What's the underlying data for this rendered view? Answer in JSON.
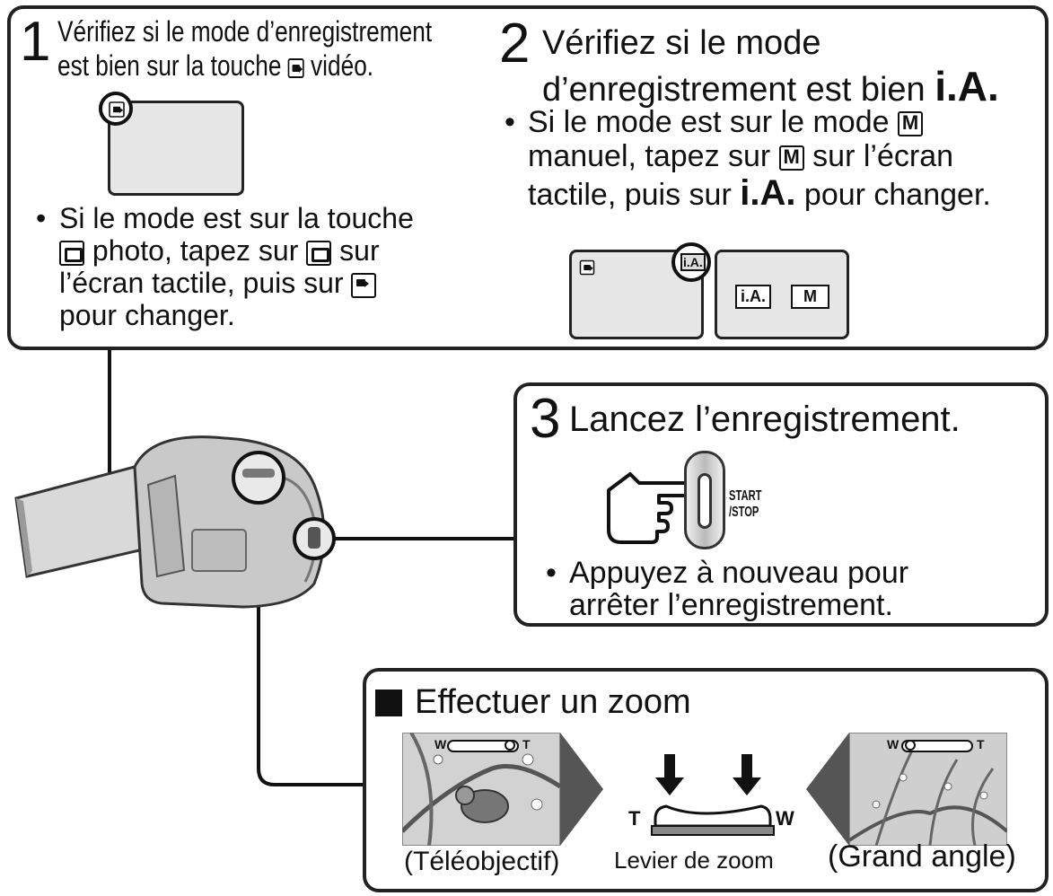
{
  "step1": {
    "number": "1",
    "line1": "Vérifiez si le mode d’enregistrement",
    "line2_pre": "est bien sur la touche",
    "line2_post": "vidéo.",
    "bullet_line1": "Si le mode est sur la touche",
    "bullet_line2_mid": "photo, tapez sur",
    "bullet_line2_post": "sur",
    "bullet_line3": "l’écran tactile, puis sur",
    "bullet_line4": "pour changer."
  },
  "step2": {
    "number": "2",
    "line1": "Vérifiez si le mode",
    "line2": "d’enregistrement est bien",
    "ia_big": "i.A.",
    "bullet_line1": "Si le mode est sur le mode",
    "bullet_line2_pre": "manuel, tapez sur",
    "bullet_line2_post": "sur l’écran",
    "bullet_line3_pre": "tactile, puis sur",
    "bullet_line3_post": "pour changer.",
    "screen_ia_label": "i.A.",
    "btn_ia": "i.A.",
    "btn_m": "M",
    "icon_m": "M"
  },
  "step3": {
    "number": "3",
    "title": "Lancez l’enregistrement.",
    "button_label_1": "START",
    "button_label_2": "/STOP",
    "bullet_line1": "Appuyez à nouveau pour",
    "bullet_line2": "arrêter l’enregistrement."
  },
  "zoom": {
    "title": "Effectuer un zoom",
    "tele_caption": "(Téléobjectif)",
    "lever_caption": "Levier de zoom",
    "wide_caption": "(Grand angle)",
    "lever_T": "T",
    "lever_W": "W",
    "indicator_W": "W",
    "indicator_T": "T"
  }
}
